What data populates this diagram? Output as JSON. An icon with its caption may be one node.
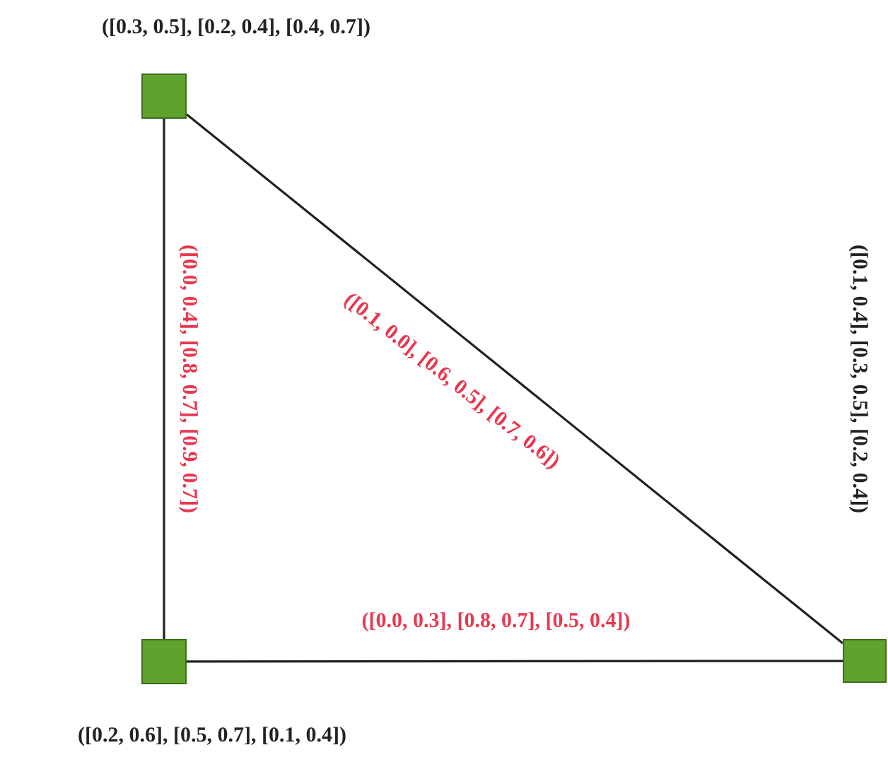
{
  "diagram": {
    "nodes": [
      {
        "text": [],
        "shape": "box",
        "beside": [
          "([0.3, 0.5], [0.2, 0.4], [0.4, 0.7])"
        ]
      },
      {
        "text": [],
        "shape": "box",
        "beside": [
          "([0.2, 0.6], [0.5, 0.7], [0.1, 0.4])"
        ]
      },
      {
        "text": [],
        "shape": "box"
      }
    ],
    "edges": [
      {
        "from": 0,
        "to": 1,
        "arrow": "none",
        "label": "([0.0, 0.4], [0.8, 0.7], [0.9, 0.7])"
      },
      {
        "from": 0,
        "to": 2,
        "arrow": "none",
        "label": "([0.1, 0.0], [0.6, 0.5], [0.7, 0.6])"
      },
      {
        "from": 1,
        "to": 2,
        "arrow": "none",
        "label": "([0.0, 0.3], [0.8, 0.7], [0.5, 0.4])"
      }
    ],
    "labels": [
      "([0.1, 0.4], [0.3, 0.5], [0.2, 0.4])"
    ]
  }
}
